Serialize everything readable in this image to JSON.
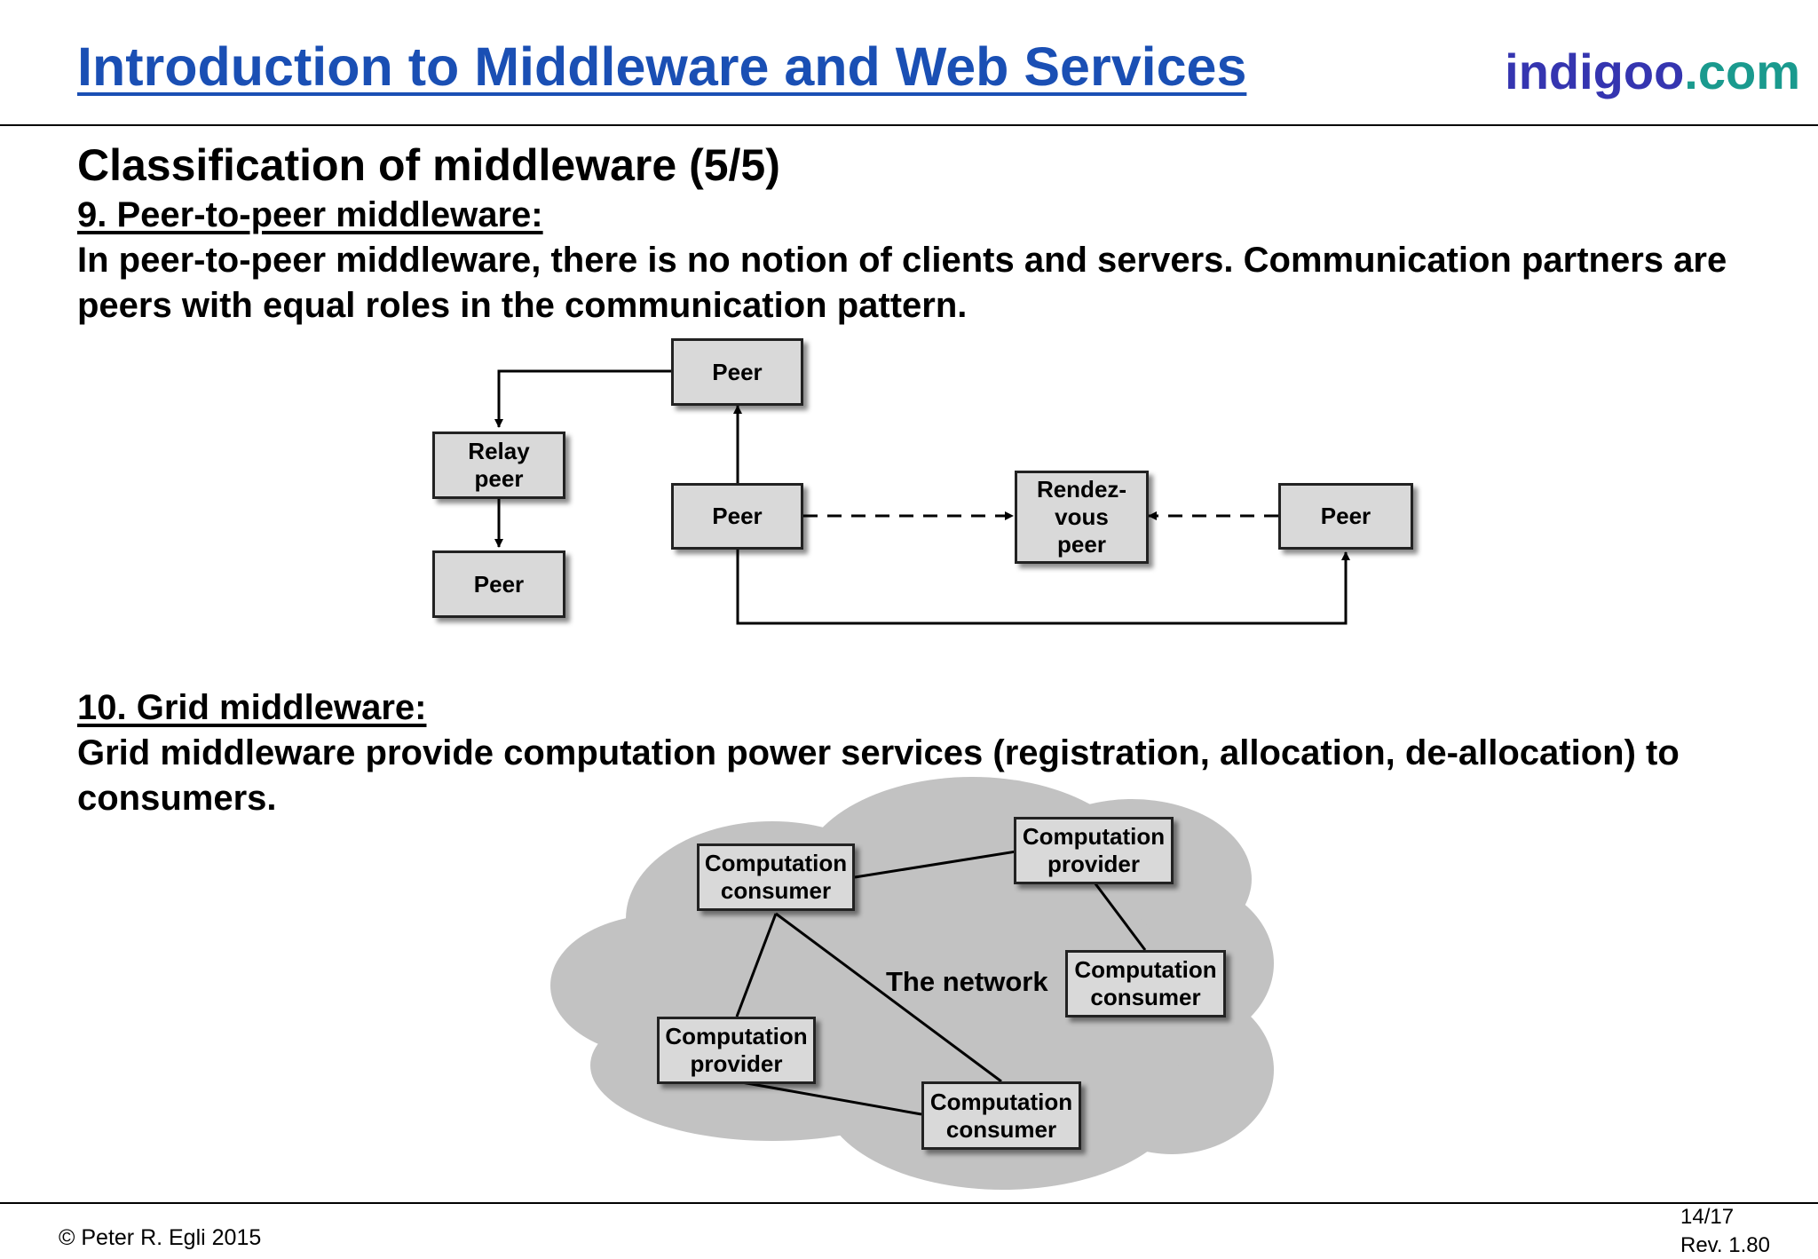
{
  "header": {
    "title": "Introduction to Middleware and Web Services",
    "brand_part1": "indigoo",
    "brand_part2": ".com"
  },
  "slide": {
    "title": "Classification of middleware (5/5)",
    "section1": {
      "heading": "9. Peer-to-peer middleware:",
      "text": "In peer-to-peer middleware, there is no notion of clients and servers. Communication partners are peers with equal roles in the communication pattern."
    },
    "section2": {
      "heading": "10. Grid middleware:",
      "text": "Grid middleware provide computation power services (registration, allocation, de-allocation) to consumers."
    }
  },
  "p2p_diagram": {
    "peer_top": "Peer",
    "relay": "Relay\npeer",
    "peer_bottom_left": "Peer",
    "peer_center": "Peer",
    "rendezvous": "Rendez-\nvous\npeer",
    "peer_right": "Peer"
  },
  "grid_diagram": {
    "network_label": "The network",
    "consumer_top_left": "Computation\nconsumer",
    "provider_top_right": "Computation\nprovider",
    "consumer_right": "Computation\nconsumer",
    "provider_left": "Computation\nprovider",
    "consumer_bottom": "Computation\nconsumer"
  },
  "footer": {
    "copyright": "© Peter R. Egli 2015",
    "page": "14/17",
    "revision": "Rev. 1.80"
  }
}
